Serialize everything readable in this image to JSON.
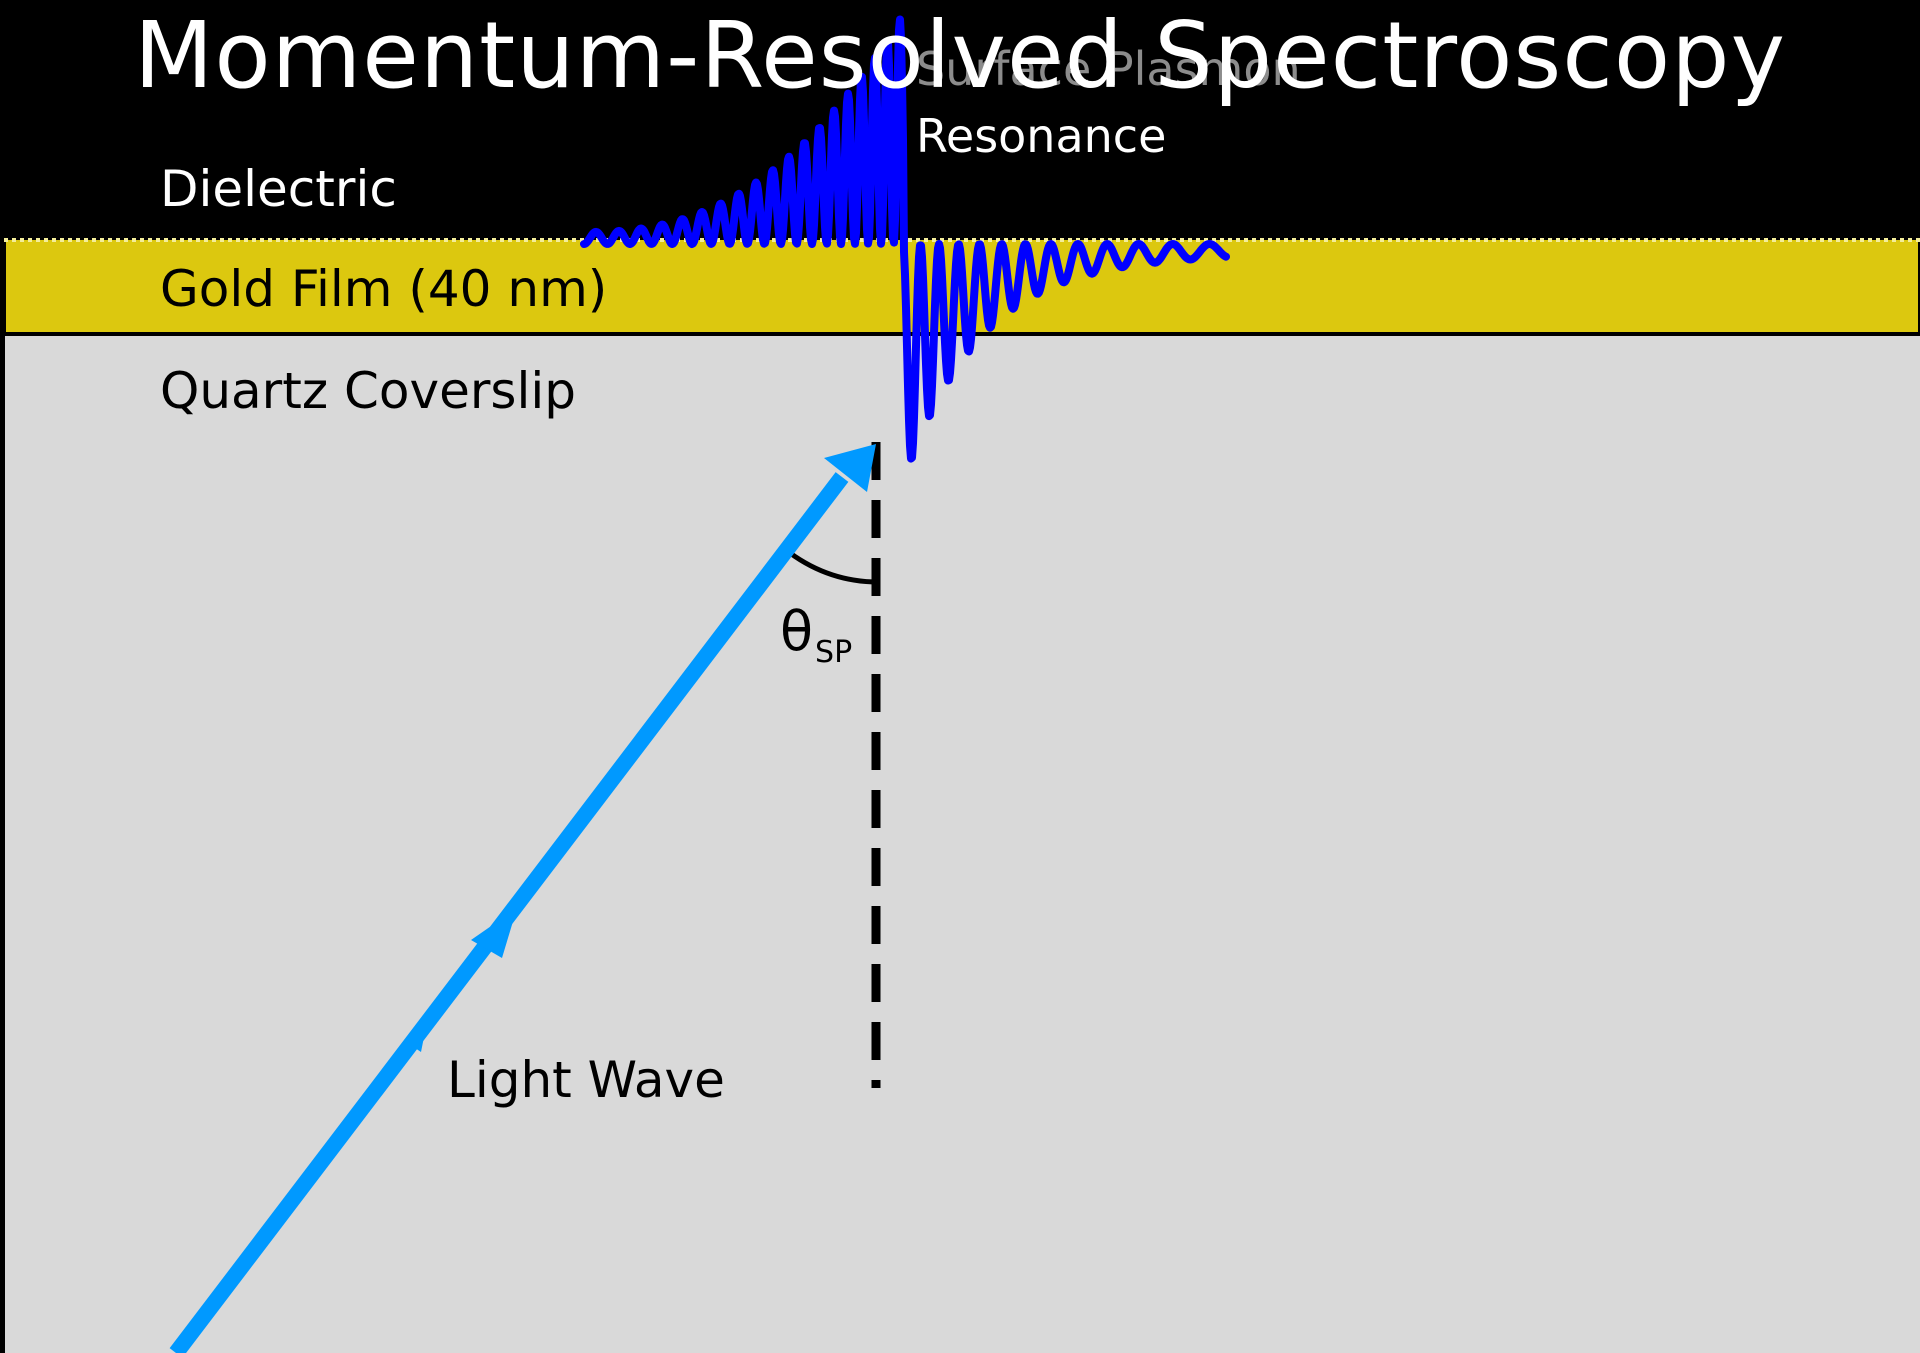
{
  "title": "Momentum-Resolved Spectroscopy",
  "layers": {
    "dielectric": "Dielectric",
    "gold": "Gold Film (40 nm)",
    "quartz": "Quartz Coverslip"
  },
  "annotations": {
    "spr_line1": "Surface Plasmon",
    "spr_line2": "Resonance",
    "light_wave": "Light Wave",
    "theta_symbol": "θ",
    "theta_subscript": "SP"
  },
  "colors": {
    "background": "#000000",
    "title_text": "#ffffff",
    "gold": "#dcc80f",
    "quartz": "#d9d9d9",
    "plasmon_wave": "#0000ff",
    "light_arrow": "#0099ff",
    "normal_line": "#000000",
    "body_text": "#000000"
  }
}
